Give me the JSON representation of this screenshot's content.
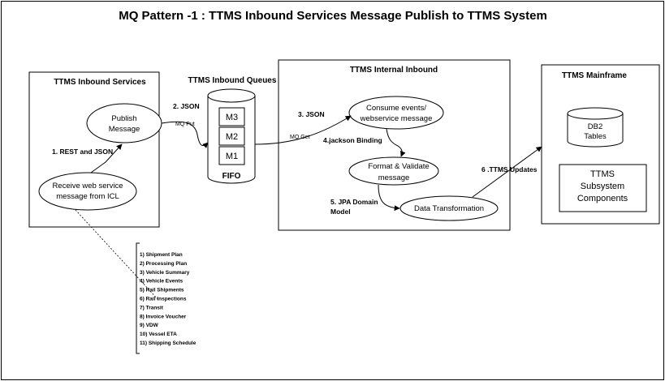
{
  "title": "MQ Pattern -1 : TTMS Inbound Services Message Publish to TTMS System",
  "panels": {
    "inbound_services": {
      "title": "TTMS Inbound Services",
      "publish": [
        "Publish",
        "Message"
      ],
      "receive": [
        "Receive web service",
        "message from ICL"
      ]
    },
    "queues": {
      "title": "TTMS Inbound Queues",
      "m3": "M3",
      "m2": "M2",
      "m1": "M1",
      "fifo": "FIFO"
    },
    "internal": {
      "title": "TTMS Internal Inbound",
      "consume": [
        "Consume events/",
        "webservice message"
      ],
      "format": [
        "Format & Validate",
        "message"
      ],
      "transform": "Data Transformation"
    },
    "mainframe": {
      "title": "TTMS Mainframe",
      "db2": [
        "DB2",
        "Tables"
      ],
      "subsystem": [
        "TTMS",
        "Subsystem",
        "Components"
      ]
    }
  },
  "edges": {
    "e1": "1. REST and JSON",
    "e2": "2. JSON",
    "mq_put": "MQ Put",
    "e3": "3. JSON",
    "mq_get": "MQ Get",
    "e4": "4.jackson Binding",
    "e5": [
      "5. JPA Domain",
      "Model"
    ],
    "e6": "6 .TTMS  Updates"
  },
  "message_list": [
    "1) Shipment Plan",
    "2) Processing Plan",
    "3) Vehicle Summary",
    "4) Vehicle Events",
    "5) Rail Shipments",
    "6) Rail Inspections",
    "7) Transit",
    "8) Invoice Voucher",
    "9) VDW",
    "10) Vessel ETA",
    "11) Shipping Schedule"
  ]
}
